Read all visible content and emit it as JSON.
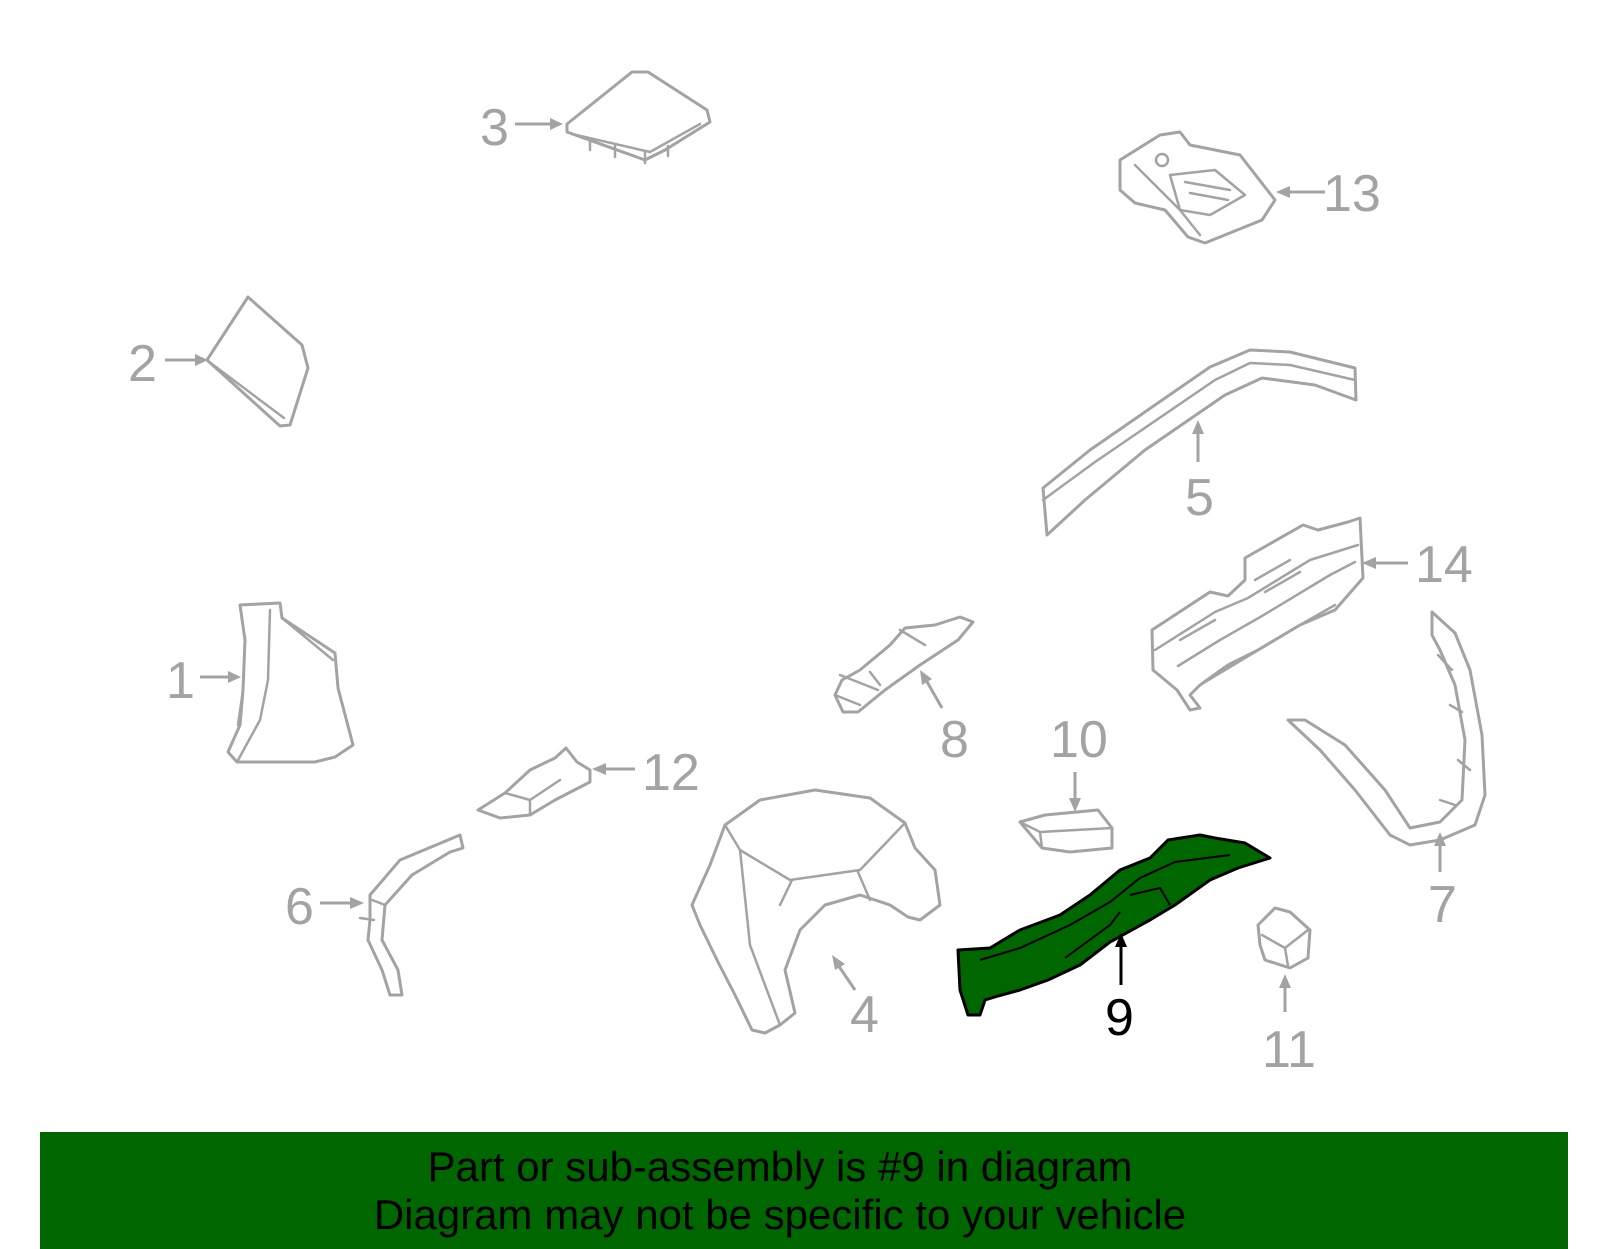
{
  "colors": {
    "highlight": "#006600",
    "part_outline": "#a3a3a3",
    "label": "#a3a3a3",
    "highlight_label": "#000000",
    "banner": "#006600"
  },
  "callouts": {
    "c1": "1",
    "c2": "2",
    "c3": "3",
    "c4": "4",
    "c5": "5",
    "c6": "6",
    "c7": "7",
    "c8": "8",
    "c9": "9",
    "c10": "10",
    "c11": "11",
    "c12": "12",
    "c13": "13",
    "c14": "14"
  },
  "banner": {
    "line1": "Part or sub-assembly is #9 in diagram",
    "line2": "Diagram may not be specific to your vehicle"
  }
}
